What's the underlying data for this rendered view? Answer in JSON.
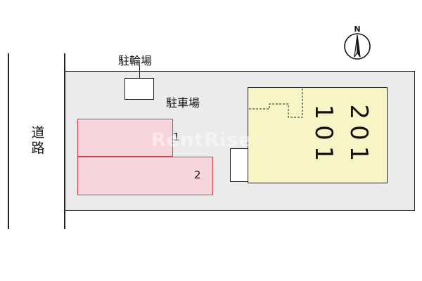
{
  "road_label": "道路",
  "bicycle_parking_label": "駐輪場",
  "parking_label": "駐車場",
  "parking_spaces": [
    {
      "number": "1"
    },
    {
      "number": "2"
    }
  ],
  "building": {
    "rooms": [
      "201",
      "101"
    ]
  },
  "compass_label": "N",
  "watermark": "RentRise",
  "colors": {
    "site_fill": "#ebebeb",
    "parking_fill": "#f6d6dc",
    "parking_border": "#d2434f",
    "building_fill": "#f7f4c6"
  }
}
